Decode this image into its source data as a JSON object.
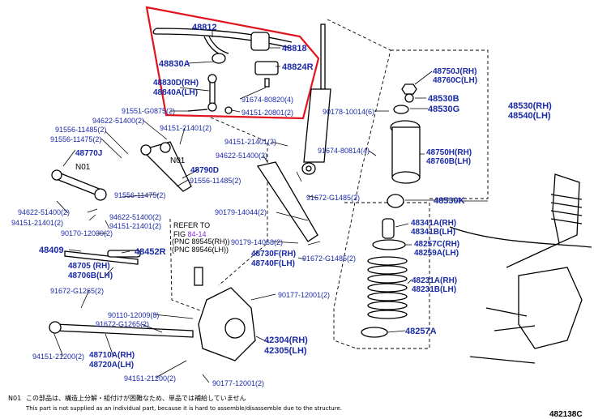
{
  "labels": {
    "p48812": "48812",
    "p48818": "48818",
    "p48830A": "48830A",
    "p48824R": "48824R",
    "p48830D": "48830D(RH)",
    "p48840A": "48840A(LH)",
    "p91674_80820": "91674-80820(4)",
    "p94151_20801": "94151-20801(2)",
    "p91551_G0875": "91551-G0875(2)",
    "p94622_51400a": "94622-51400(2)",
    "p91556_11485a": "91556-11485(2)",
    "p91556_11475a": "91556-11475(2)",
    "p94151_21401a": "94151-21401(2)",
    "p48770J": "48770J",
    "n01a": "N01",
    "n01b": "N01",
    "p48790D": "48790D",
    "p91556_11485b": "91556-11485(2)",
    "p91556_11475b": "91556-11475(2)",
    "p94622_51400b": "94622-51400(2)",
    "p94151_21401b": "94151-21401(2)",
    "p94622_51400c": "94622-51400(2)",
    "p94151_21401c": "94151-21401(2)",
    "p94622_51400d": "94622-51400(2)",
    "p94151_21401d": "94151-21401(2)",
    "p90170_12030": "90170-12030(2)",
    "p48409": "48409",
    "p48452R": "48452R",
    "p48705": "48705 (RH)",
    "p48706B": "48706B(LH)",
    "p91672_G1265a": "91672-G1265(2)",
    "p90110_12009": "90110-12009(8)",
    "p91672_G1265b": "91672-G1265(2)",
    "p94151_21200a": "94151-21200(2)",
    "p48710A": "48710A(RH)",
    "p48720A": "48720A(LH)",
    "p94151_21200b": "94151-21200(2)",
    "p90177_12001a": "90177-12001(2)",
    "p42304": "42304(RH)",
    "p42305": "42305(LH)",
    "p90177_12001b": "90177-12001(2)",
    "p90178_10014": "90178-10014(6)",
    "p91674_80814": "91674-80814(4)",
    "p90179_14044": "90179-14044(2)",
    "p90179_14068": "90179-14068(2)",
    "p48730F": "48730F(RH)",
    "p48740F": "48740F(LH)",
    "p91672_G1485a": "91672-G1485(2)",
    "p91672_G1485b": "91672-G1485(2)",
    "p48750J": "48750J(RH)",
    "p48760C": "48760C(LH)",
    "p48530B": "48530B",
    "p48530G": "48530G",
    "p48530": "48530(RH)",
    "p48540": "48540(LH)",
    "p48750H": "48750H(RH)",
    "p48760B": "48760B(LH)",
    "p48530K": "48530K",
    "p48341A": "48341A(RH)",
    "p48341B": "48341B(LH)",
    "p48257C": "48257C(RH)",
    "p48259A": "48259A(LH)",
    "p48231A": "48231A(RH)",
    "p48231B": "48231B(LH)",
    "p48257A": "48257A"
  },
  "refer": {
    "line1": "REFER TO",
    "line2_pre": "FIG ",
    "line2_ref": "84-14",
    "line3": "(PNC 89545(RH))",
    "line4": "(PNC 89546(LH))"
  },
  "footnote": {
    "code": "N01",
    "japanese": "この部品は、構造上分解・組付けが困難なため、単品では補給していません",
    "english": "This part is not supplied as an individual part, because it is hard to assemble/disassemble due to the structure."
  },
  "figure_id": "482138C",
  "colors": {
    "label_blue": "#1a2aa8",
    "highlight_red": "#e0141e",
    "ref_purple": "#8a2be2"
  }
}
